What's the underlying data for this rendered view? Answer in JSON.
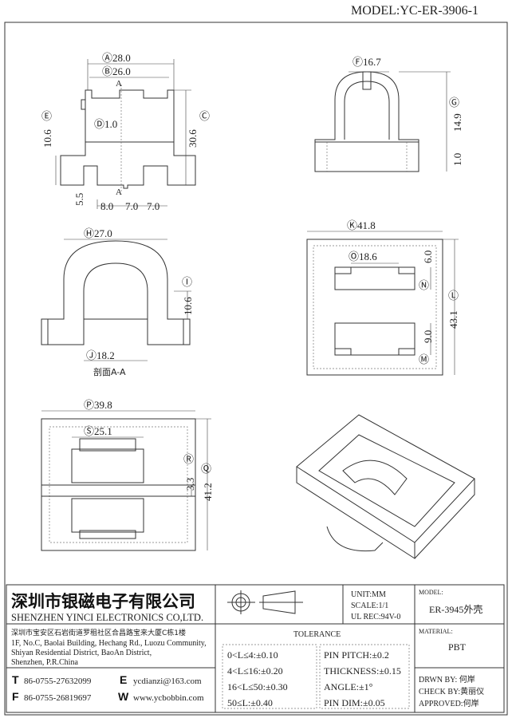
{
  "model_title": "MODEL:YC-ER-3906-1",
  "dims": {
    "a": "Ⓐ28.0",
    "b": "Ⓑ26.0",
    "c": "30.6",
    "c_label": "Ⓒ",
    "d": "Ⓓ1.0",
    "e": "10.6",
    "e_label": "Ⓔ",
    "slot1": "5.5",
    "w1": "8.0",
    "w2": "7.0",
    "w3": "7.0",
    "sec_a": "A",
    "f": "Ⓕ16.7",
    "g": "14.9",
    "g_label": "Ⓖ",
    "g2": "1.0",
    "h": "Ⓗ27.0",
    "i": "10.6",
    "i_label": "Ⓘ",
    "j": "Ⓙ18.2",
    "section": "剖面A-A",
    "k": "Ⓚ41.8",
    "o": "Ⓞ18.6",
    "n": "6.0",
    "n_label": "Ⓝ",
    "l": "43.1",
    "l_label": "Ⓛ",
    "m": "9.0",
    "m_label": "Ⓜ",
    "p": "Ⓟ39.8",
    "s": "Ⓢ25.1",
    "r": "3.3",
    "r_label": "Ⓡ",
    "q": "41.2",
    "q_label": "Ⓠ"
  },
  "title_block": {
    "company_cn": "深圳市银磁电子有限公司",
    "company_en": "SHENZHEN YINCI ELECTRONICS CO,LTD.",
    "address": [
      "深圳市宝安区石岩街道罗租社区合昌路宝来大厦C栋1楼",
      "1F, No.C, Baolai Building, Hechang Rd., Luozu Community,",
      "Shiyan Residential District, BaoAn District,",
      "Shenzhen, P.R.China"
    ],
    "tel_label": "T",
    "tel": "86-0755-27632099",
    "fax_label": "F",
    "fax": "86-0755-26819697",
    "email_label": "E",
    "email": "ycdianzi@163.com",
    "web_label": "W",
    "web": "www.ycbobbin.com",
    "unit": "UNIT:MM",
    "scale": "SCALE:1/1",
    "ul": "UL REC:94V-0",
    "model_label": "MODEL:",
    "model": "ER-3945外壳",
    "material_label": "MATERIAL:",
    "material": "PBT",
    "tolerance_label": "TOLERANCE",
    "tol_left": [
      "0<L≤4:±0.10",
      "4<L≤16:±0.20",
      "16<L≤50:±0.30",
      "50≤L:±0.40"
    ],
    "tol_right": [
      "PIN PITCH:±0.2",
      "THICKNESS:±0.15",
      "ANGLE:±1°",
      "PIN DIM:±0.05"
    ],
    "drawn": "DRWN BY: 何岸",
    "check": "CHECK BY:黄丽仪",
    "approved": "APPROVED:何岸"
  }
}
